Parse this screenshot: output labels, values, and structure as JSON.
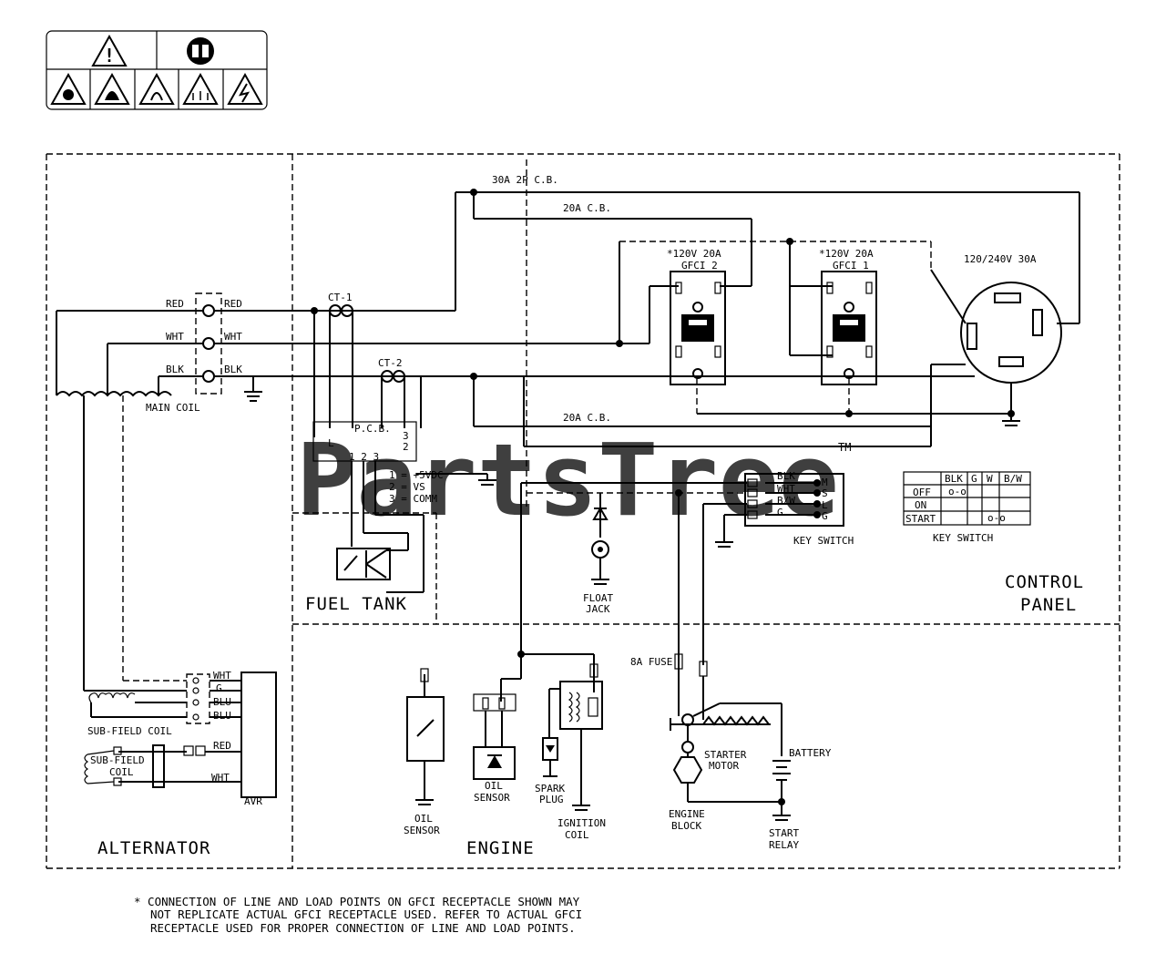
{
  "labels": {
    "cb_30a": "30A 2P C.B.",
    "cb_20a_top": "20A C.B.",
    "cb_20a_bottom": "20A C.B.",
    "gfci2_rating": "*120V 20A",
    "gfci2_name": "GFCI 2",
    "gfci1_rating": "*120V 20A",
    "gfci1_name": "GFCI 1",
    "twist_lock_rating": "120/240V 30A",
    "red_left": "RED",
    "red_right": "RED",
    "wht_left": "WHT",
    "wht_right": "WHT",
    "blk_left": "BLK",
    "blk_right": "BLK",
    "main_coil": "MAIN COIL",
    "ct1": "CT-1",
    "ct2": "CT-2",
    "pcb": "P.C.B.",
    "pcb_l": "L",
    "pcb_3": "3",
    "pcb_2": "2",
    "pcb_pins": "1 2 3",
    "pin1": "1 = +5VDC",
    "pin2": "2 = VS",
    "pin3": "3 = COMM",
    "fuel_tank": "FUEL TANK",
    "control_panel_1": "CONTROL",
    "control_panel_2": "PANEL",
    "alternator": "ALTERNATOR",
    "engine": "ENGINE",
    "float_jack_1": "FLOAT",
    "float_jack_2": "JACK",
    "ks_blk": "BLK",
    "ks_wht": "WHT",
    "ks_bw": "B/W",
    "ks_g": "G",
    "ks_m": "M",
    "ks_s": "S",
    "ks_l": "L",
    "ks_gt": "G",
    "key_switch": "KEY SWITCH",
    "key_switch_table_title": "KEY SWITCH",
    "fuse": "8A FUSE",
    "starter_motor_1": "STARTER",
    "starter_motor_2": "MOTOR",
    "battery": "BATTERY",
    "engine_block_1": "ENGINE",
    "engine_block_2": "BLOCK",
    "start_relay_1": "START",
    "start_relay_2": "RELAY",
    "oil_sensor_a_1": "OIL",
    "oil_sensor_a_2": "SENSOR",
    "oil_sensor_b_1": "OIL",
    "oil_sensor_b_2": "SENSOR",
    "spark_plug_1": "SPARK",
    "spark_plug_2": "PLUG",
    "ignition_coil_1": "IGNITION",
    "ignition_coil_2": "COIL",
    "avr_wht": "WHT",
    "avr_g": "G",
    "avr_blu1": "BLU",
    "avr_blu2": "BLU",
    "avr_red": "RED",
    "avr_wht2": "WHT",
    "avr": "AVR",
    "sub_field_coil_a": "SUB-FIELD COIL",
    "sub_field_coil_b1": "SUB-FIELD",
    "sub_field_coil_b2": "COIL",
    "watermark": "PartsTree",
    "tm": "TM"
  },
  "key_switch_table": {
    "header": [
      "",
      "BLK",
      "G",
      "W",
      "B/W"
    ],
    "rows": [
      {
        "position": "OFF",
        "cells": [
          "o-o",
          "",
          ""
        ]
      },
      {
        "position": "ON",
        "cells": [
          "",
          "",
          ""
        ]
      },
      {
        "position": "START",
        "cells": [
          "",
          "",
          "o-o"
        ]
      }
    ]
  },
  "footnote": [
    "* CONNECTION OF LINE AND LOAD POINTS  ON GFCI  RECEPTACLE SHOWN MAY",
    "NOT REPLICATE ACTUAL GFCI RECEPTACLE USED.  REFER TO ACTUAL GFCI",
    "RECEPTACLE USED FOR PROPER CONNECTION OF LINE AND LOAD POINTS."
  ],
  "warning_icons": [
    "warning-triangle-icon",
    "manual-book-icon",
    "explosion-hazard-icon",
    "fire-hazard-icon",
    "fire-flame-icon",
    "hot-surface-icon",
    "electric-shock-icon"
  ]
}
